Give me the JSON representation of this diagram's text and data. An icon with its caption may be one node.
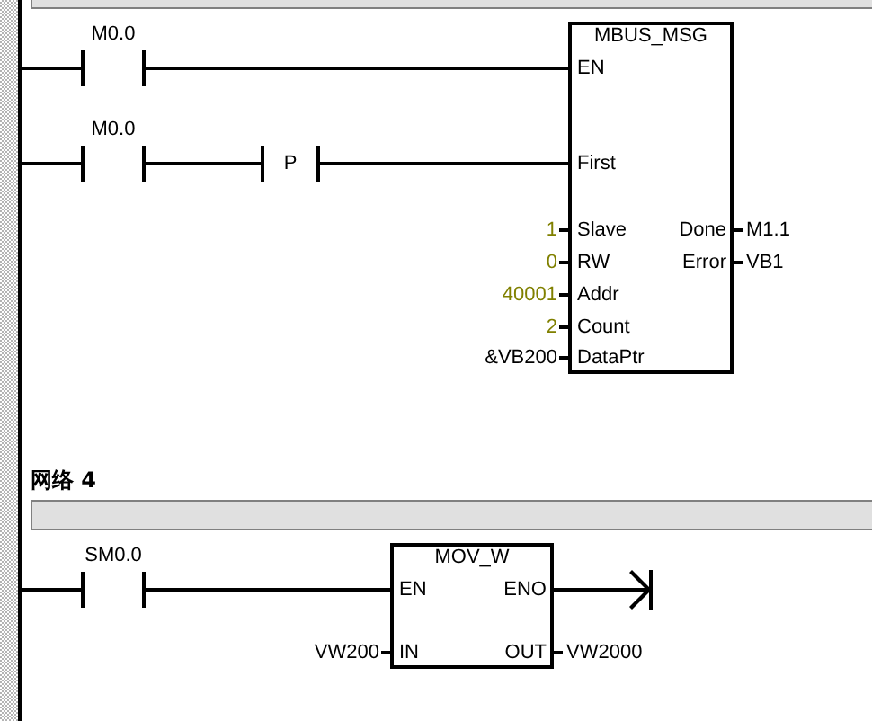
{
  "diagram": {
    "nodes": [
      {
        "text": [],
        "shape": "box"
      },
      {
        "text": [],
        "shape": "bar"
      },
      {
        "text": [
          "M0.0"
        ]
      },
      {
        "text": [
          "MBUS_MSG",
          "EN",
          "First",
          "Slave",
          "RW",
          "Addr",
          "Count",
          "DataPtr",
          "Done",
          "Error"
        ],
        "beside": [
          "1",
          "0",
          "40001",
          "2",
          "&VB200",
          "M1.1",
          "VB1"
        ]
      },
      {
        "text": [
          "M0.0"
        ]
      },
      {
        "text": [
          "P"
        ]
      },
      {
        "text": [
          "网络 4"
        ]
      },
      {
        "text": [
          "SM0.0"
        ]
      },
      {
        "text": [
          "MOV_W",
          "EN",
          "ENO",
          "IN",
          "OUT"
        ],
        "beside": [
          "VW200",
          "VW2000"
        ]
      }
    ],
    "edges": [
      {
        "from": 1,
        "to": 2,
        "arrow": "none"
      },
      {
        "from": 2,
        "to": 3,
        "arrow": "none"
      },
      {
        "from": 1,
        "to": 4,
        "arrow": "none"
      },
      {
        "from": 4,
        "to": 5,
        "arrow": "none"
      },
      {
        "from": 5,
        "to": 3,
        "arrow": "none"
      },
      {
        "from": 1,
        "to": 7,
        "arrow": "none"
      },
      {
        "from": 7,
        "to": 8,
        "arrow": "none"
      },
      {
        "from": 8,
        "to": null,
        "arrow": "to"
      }
    ]
  }
}
